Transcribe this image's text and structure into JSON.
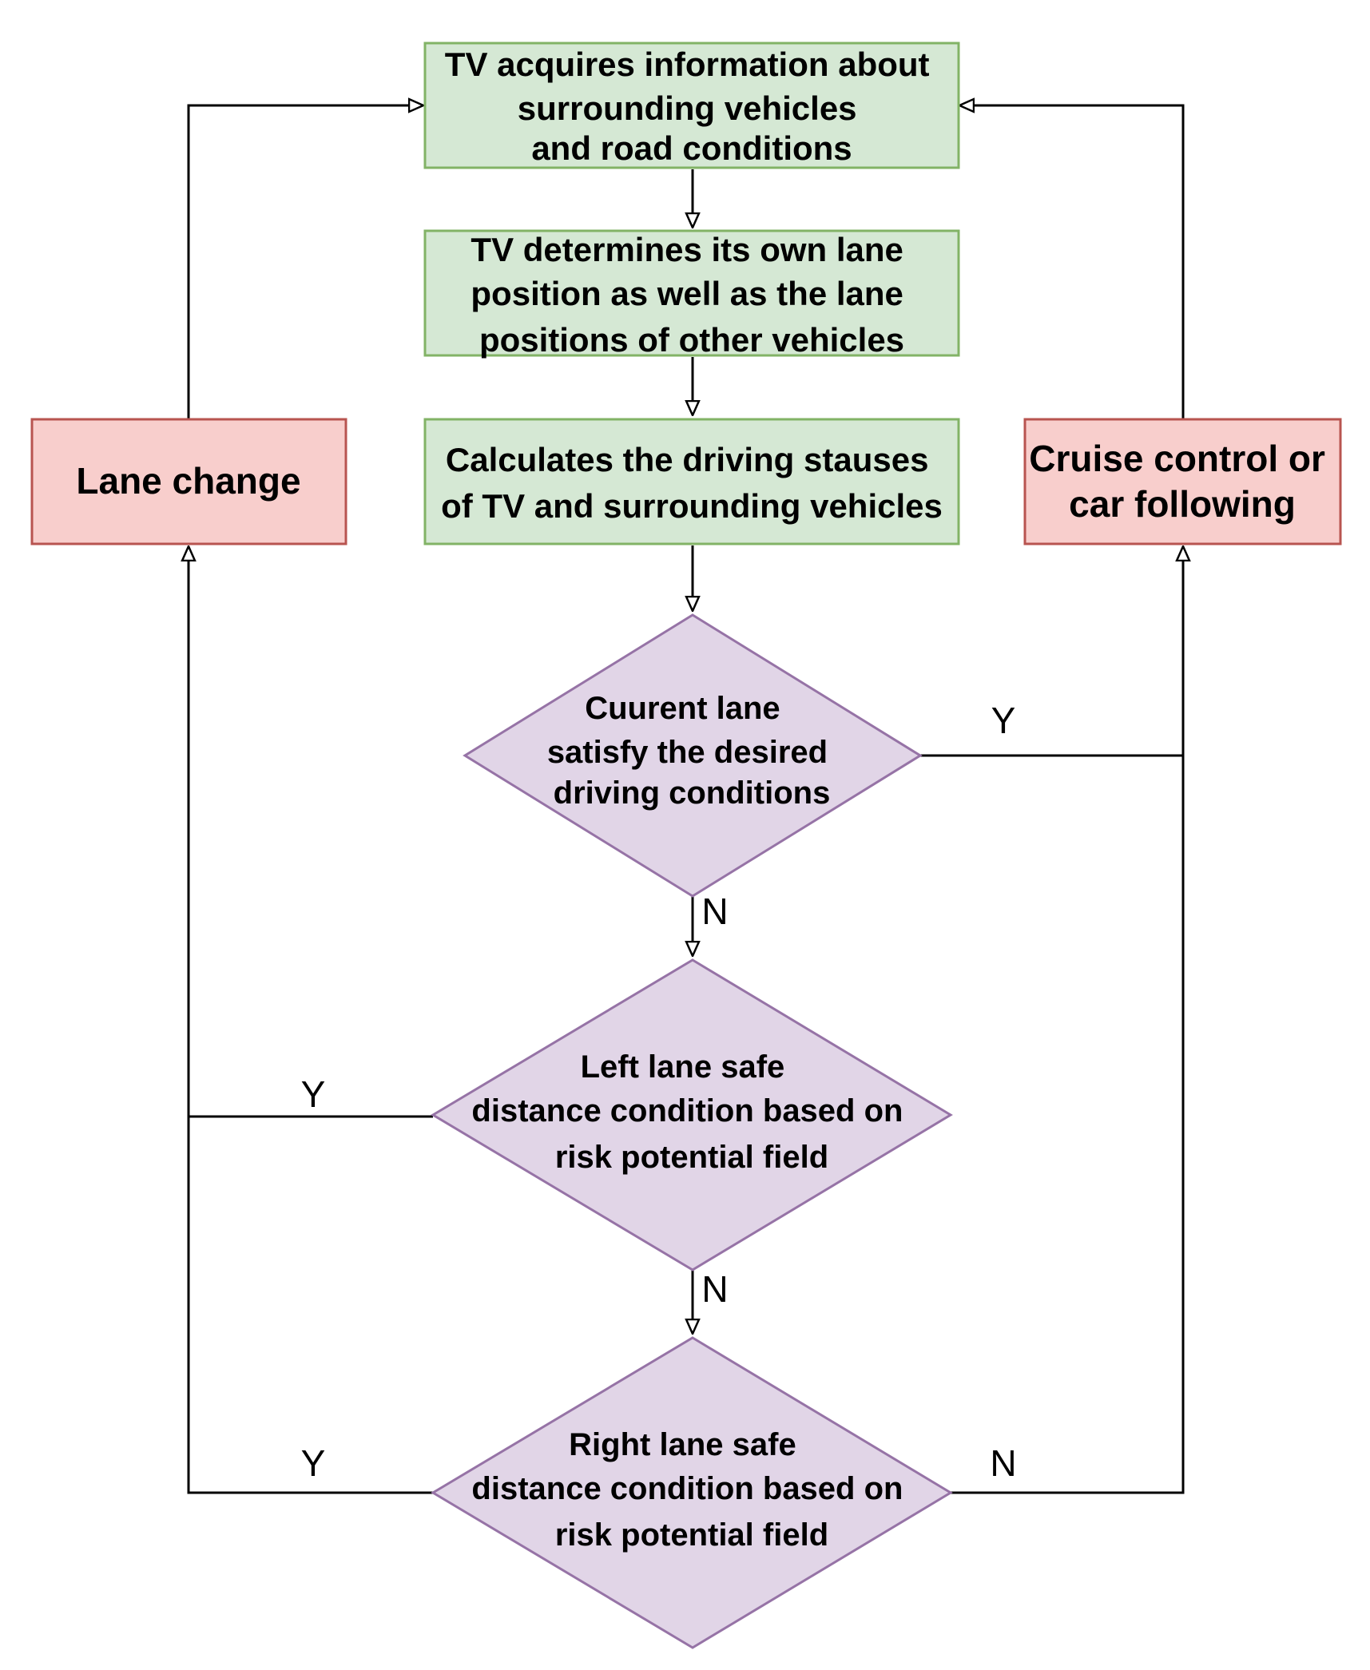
{
  "colors": {
    "process_fill": "#d5e8d4",
    "process_stroke": "#82b366",
    "action_fill": "#f8cecc",
    "action_stroke": "#b85450",
    "decision_fill": "#e1d5e7",
    "decision_stroke": "#9673a6",
    "line": "#000000"
  },
  "nodes": {
    "acquire": {
      "lines": [
        "TV acquires information about",
        "surrounding vehicles",
        "and road conditions"
      ]
    },
    "determine": {
      "lines": [
        "TV determines its own lane",
        "position as well as the lane",
        "positions of other vehicles"
      ]
    },
    "calculate": {
      "lines": [
        "Calculates the driving stauses",
        "of TV and surrounding vehicles"
      ]
    },
    "lane_change": {
      "lines": [
        "Lane change"
      ]
    },
    "cruise": {
      "lines": [
        "Cruise control or",
        "car following"
      ]
    },
    "current_lane": {
      "lines": [
        "Cuurent lane",
        "satisfy the desired",
        "driving conditions"
      ]
    },
    "left_lane": {
      "lines": [
        "Left lane safe",
        "distance condition based on",
        "risk potential field"
      ]
    },
    "right_lane": {
      "lines": [
        "Right lane safe",
        "distance condition based on",
        "risk potential field"
      ]
    }
  },
  "edge_labels": {
    "current_yes": "Y",
    "current_no": "N",
    "left_yes": "Y",
    "left_no": "N",
    "right_yes": "Y",
    "right_no": "N"
  }
}
